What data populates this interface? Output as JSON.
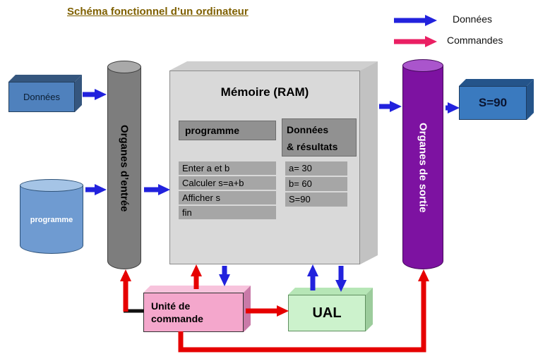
{
  "title": "Schéma fonctionnel d’un ordinateur",
  "legend": {
    "data": "Données",
    "commands": "Commandes"
  },
  "nodes": {
    "data_box": "Données",
    "program_cylinder": "programme",
    "input_organ": "Organes d’entrée",
    "output_organ": "Organes de sortie",
    "result_box": "S=90",
    "control_unit_line1": "Unité de",
    "control_unit_line2": "commande",
    "alu": "UAL"
  },
  "memory": {
    "title": "Mémoire (RAM)",
    "program_header": "programme",
    "program_rows": [
      "Enter a et b",
      "Calculer s=a+b",
      "Afficher s",
      "fin"
    ],
    "results_header_line1": "Données",
    "results_header_line2": "& résultats",
    "results_rows": [
      "a= 30",
      "b= 60",
      "S=90"
    ]
  },
  "colors": {
    "title": "#7f6000",
    "data_arrow": "#2222dd",
    "command_arrow": "#e60000",
    "legend_command_arrow": "#ea1f63",
    "memory_fill": "#d9d9d9",
    "memory_header_fill": "#919191",
    "memory_row_fill": "#a6a6a6",
    "input_organ_fill": "#7d7d7d",
    "output_organ_fill": "#7d12a1",
    "data_box_fill": "#4f81bd",
    "program_cylinder_fill": "#6f9bd1",
    "result_box_fill": "#3a7abf",
    "control_unit_fill": "#f4a7cc",
    "alu_fill": "#ccf2cc"
  }
}
